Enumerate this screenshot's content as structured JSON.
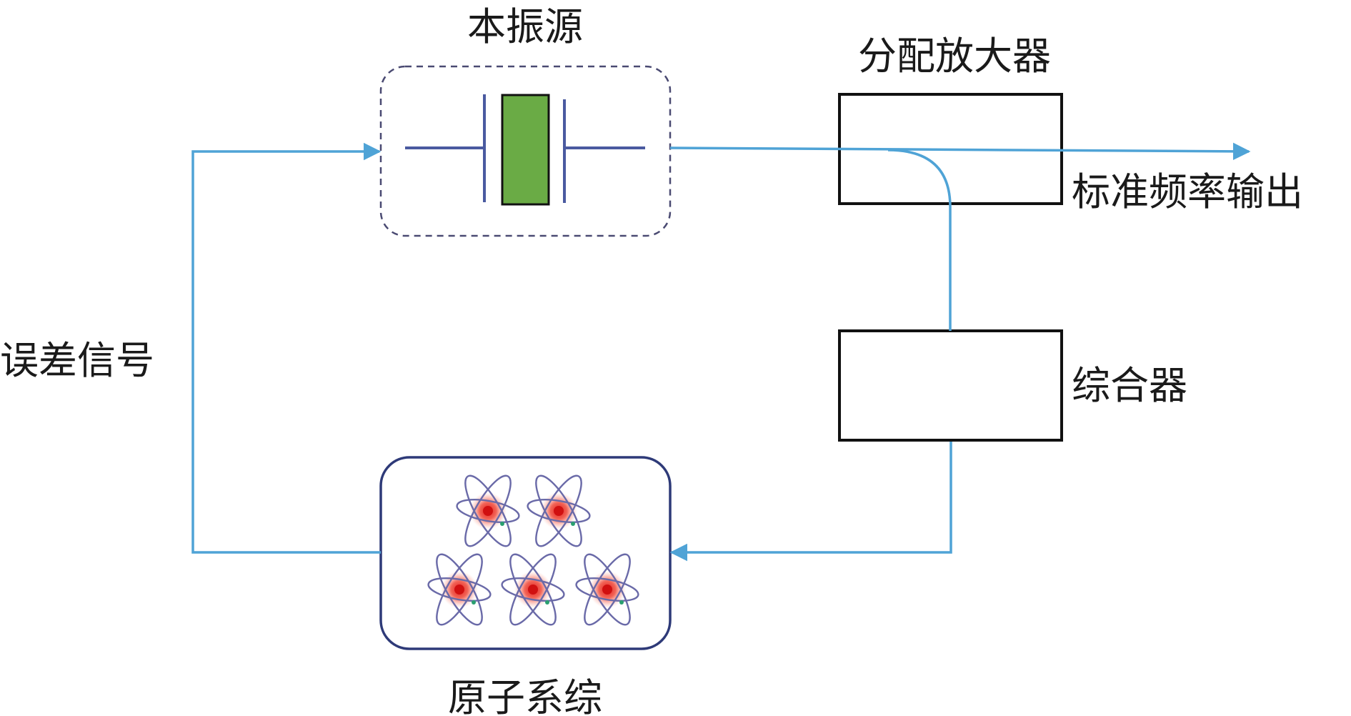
{
  "labels": {
    "local_oscillator": "本振源",
    "distribution_amplifier": "分配放大器",
    "standard_frequency_output": "标准频率输出",
    "synthesizer": "综合器",
    "error_signal": "误差信号",
    "atomic_ensemble": "原子系综"
  },
  "colors": {
    "signal_line": "#4fa3d6",
    "crystal_fill": "#6aab45",
    "crystal_plate": "#4a5aa0",
    "dashed_border": "#4a4a72",
    "atom_box_border": "#2e3a78",
    "nucleus": "#e02020",
    "orbit": "#6a6aa8",
    "electron": "#2aa070"
  }
}
